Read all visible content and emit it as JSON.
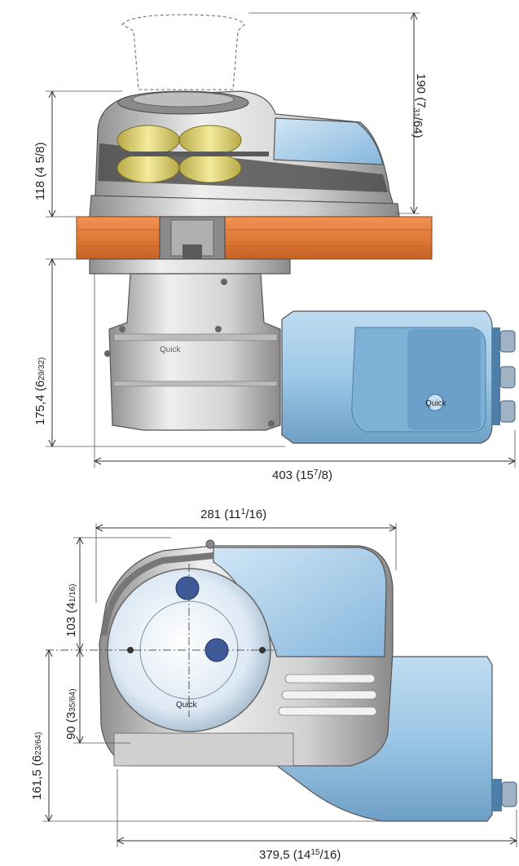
{
  "colors": {
    "deck": "#e07a3a",
    "deck_dark": "#c46226",
    "motor": "#9cc7e6",
    "motor_dark": "#6ea5cc",
    "cover": "#b9d8ef",
    "body": "#dcdcdc",
    "body_dark": "#9a9a9a",
    "gypsy": "#e8dc8a",
    "knob": "#3f5a9a"
  },
  "icons": {
    "logo": "quick-logo",
    "knob": "bolt-knob-icon"
  },
  "side_view": {
    "dim_height_top": {
      "main": "190 (7",
      "frac_num": "31",
      "frac_den": "/64)"
    },
    "dim_height_above_deck": {
      "main": "118 (4 5/8)"
    },
    "dim_height_below_deck": {
      "main": "175,4 (6",
      "frac": "29/32)"
    },
    "dim_length": {
      "main": "403 (15",
      "frac_num": "7",
      "frac_den": "/8)"
    }
  },
  "top_view": {
    "dim_width": {
      "main": "281 (11",
      "frac_num": "1",
      "frac_den": "/16)"
    },
    "dim_front": {
      "main": "103 (4",
      "frac": "1/16)"
    },
    "dim_rear": {
      "main": "90 (3",
      "frac": "35/64)"
    },
    "dim_total_depth": {
      "main": "161,5 (6",
      "frac": "23/64)"
    },
    "dim_length": {
      "main": "379,5 (14",
      "frac_num": "15",
      "frac_den": "/16)"
    }
  }
}
